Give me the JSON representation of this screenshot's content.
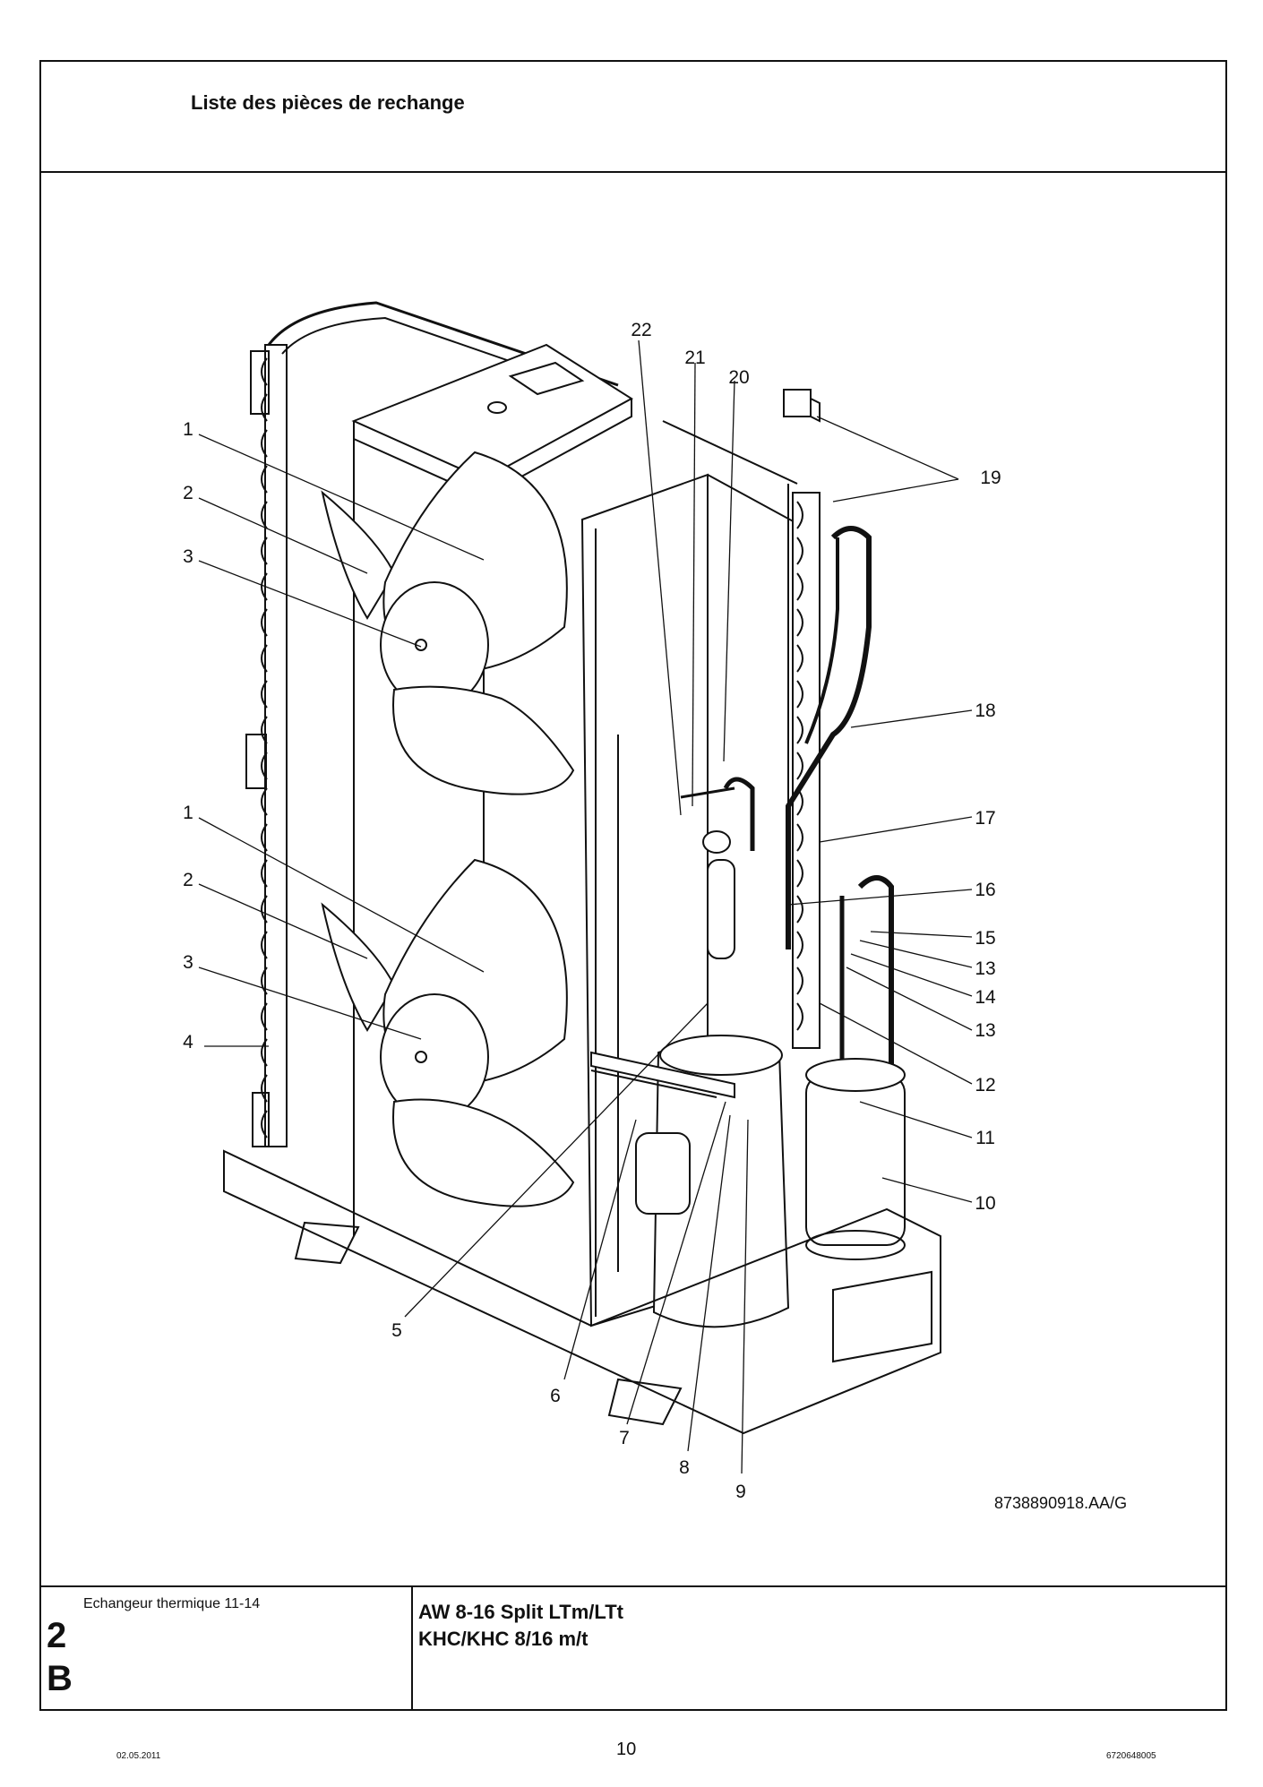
{
  "header": {
    "title": "Liste des pièces de rechange"
  },
  "figure": {
    "code": "8738890918.AA/G",
    "callouts": [
      "1",
      "2",
      "3",
      "1",
      "2",
      "3",
      "4",
      "5",
      "6",
      "7",
      "8",
      "9",
      "10",
      "11",
      "12",
      "13",
      "14",
      "13",
      "15",
      "16",
      "17",
      "18",
      "19",
      "20",
      "21",
      "22"
    ]
  },
  "footer_block": {
    "section_name": "Echangeur thermique 11-14",
    "section_number": "2",
    "section_letter": "B",
    "model_line1": "AW 8-16 Split LTm/LTt",
    "model_line2": "KHC/KHC 8/16 m/t"
  },
  "page": {
    "date": "02.05.2011",
    "number": "10",
    "doc_number": "6720648005"
  }
}
